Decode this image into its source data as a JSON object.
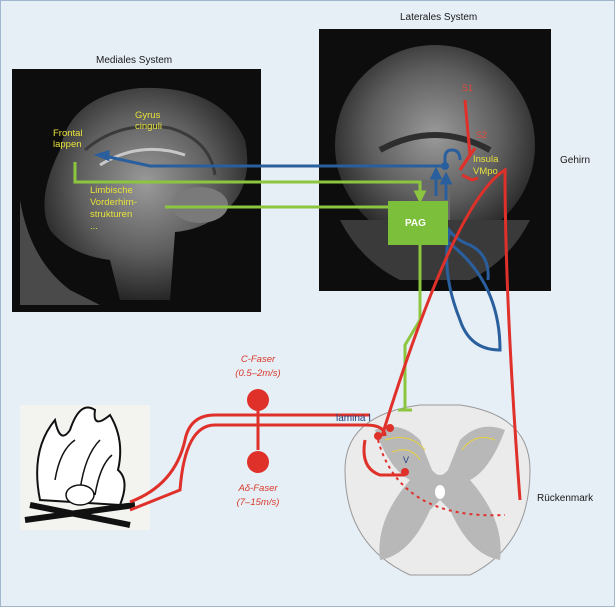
{
  "labels": {
    "medial_title": "Mediales System",
    "lateral_title": "Laterales System",
    "frontal": "Frontal lappen",
    "gyrus": "Gyrus cinguli",
    "limbic_line1": "Limbische",
    "limbic_line2": "Vorderhirn-",
    "limbic_line3": "strukturen",
    "limbic_line4": "...",
    "s1": "S1",
    "s2": "S2",
    "insula": "Insula",
    "vmpo": "VMpo",
    "gehirn": "Gehirn",
    "pag": "PAG",
    "c_fiber": "C-Faser",
    "c_fiber_speed": "(0.5–2m/s)",
    "ad_fiber": "Aδ-Faser",
    "ad_fiber_speed": "(7–15m/s)",
    "lamina": "lamina I",
    "lamina_v": "V",
    "rueckenmark": "Rückenmark"
  },
  "colors": {
    "blue_pathway": "#2a5f9e",
    "red_pathway": "#e0302a",
    "green_pathway": "#8cc63f",
    "label_yellow": "#e8e23a",
    "background": "#e6eef6"
  }
}
